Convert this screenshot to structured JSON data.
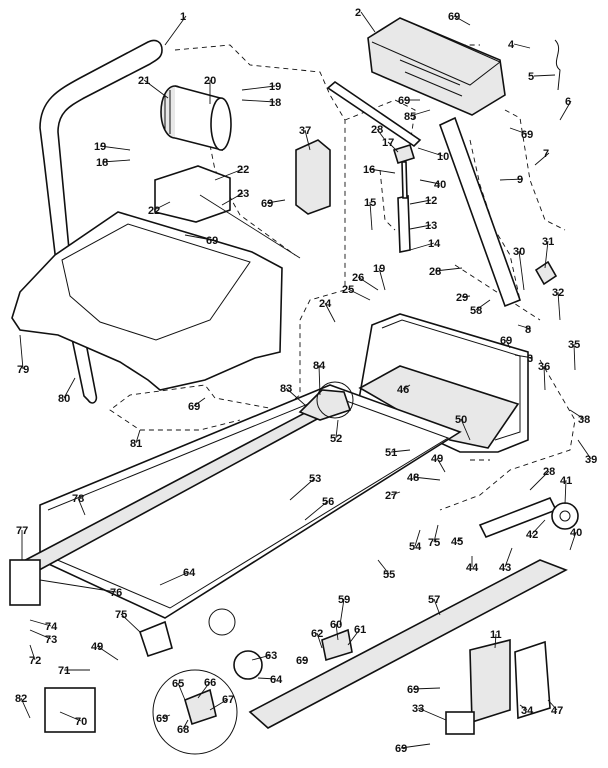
{
  "callouts": [
    {
      "id": "c1",
      "text": "1"
    },
    {
      "id": "c2",
      "text": "2"
    },
    {
      "id": "c3",
      "text": "3"
    },
    {
      "id": "c4",
      "text": "4"
    },
    {
      "id": "c5",
      "text": "5"
    },
    {
      "id": "c6",
      "text": "6"
    },
    {
      "id": "c7",
      "text": "7"
    },
    {
      "id": "c8",
      "text": "8"
    },
    {
      "id": "c9",
      "text": "9"
    },
    {
      "id": "c10",
      "text": "10"
    },
    {
      "id": "c11",
      "text": "11"
    },
    {
      "id": "c12",
      "text": "12"
    },
    {
      "id": "c13",
      "text": "13"
    },
    {
      "id": "c14",
      "text": "14"
    },
    {
      "id": "c15",
      "text": "15"
    },
    {
      "id": "c16",
      "text": "16"
    },
    {
      "id": "c17",
      "text": "17"
    },
    {
      "id": "c18a",
      "text": "18"
    },
    {
      "id": "c18b",
      "text": "18"
    },
    {
      "id": "c19a",
      "text": "19"
    },
    {
      "id": "c19b",
      "text": "19"
    },
    {
      "id": "c19c",
      "text": "19"
    },
    {
      "id": "c20",
      "text": "20"
    },
    {
      "id": "c21",
      "text": "21"
    },
    {
      "id": "c22a",
      "text": "22"
    },
    {
      "id": "c22b",
      "text": "22"
    },
    {
      "id": "c23",
      "text": "23"
    },
    {
      "id": "c24",
      "text": "24"
    },
    {
      "id": "c25",
      "text": "25"
    },
    {
      "id": "c26",
      "text": "26"
    },
    {
      "id": "c27",
      "text": "27"
    },
    {
      "id": "c28a",
      "text": "28"
    },
    {
      "id": "c28b",
      "text": "28"
    },
    {
      "id": "c28c",
      "text": "28"
    },
    {
      "id": "c29",
      "text": "29"
    },
    {
      "id": "c30",
      "text": "30"
    },
    {
      "id": "c31",
      "text": "31"
    },
    {
      "id": "c32",
      "text": "32"
    },
    {
      "id": "c33",
      "text": "33"
    },
    {
      "id": "c34",
      "text": "34"
    },
    {
      "id": "c35",
      "text": "35"
    },
    {
      "id": "c36",
      "text": "36"
    },
    {
      "id": "c37",
      "text": "37"
    },
    {
      "id": "c38",
      "text": "38"
    },
    {
      "id": "c39",
      "text": "39"
    },
    {
      "id": "c40a",
      "text": "40"
    },
    {
      "id": "c40b",
      "text": "40"
    },
    {
      "id": "c41",
      "text": "41"
    },
    {
      "id": "c42",
      "text": "42"
    },
    {
      "id": "c43",
      "text": "43"
    },
    {
      "id": "c44",
      "text": "44"
    },
    {
      "id": "c45",
      "text": "45"
    },
    {
      "id": "c46",
      "text": "46"
    },
    {
      "id": "c47",
      "text": "47"
    },
    {
      "id": "c48",
      "text": "48"
    },
    {
      "id": "c49a",
      "text": "49"
    },
    {
      "id": "c49b",
      "text": "49"
    },
    {
      "id": "c50",
      "text": "50"
    },
    {
      "id": "c51",
      "text": "51"
    },
    {
      "id": "c52",
      "text": "52"
    },
    {
      "id": "c53",
      "text": "53"
    },
    {
      "id": "c54",
      "text": "54"
    },
    {
      "id": "c55",
      "text": "55"
    },
    {
      "id": "c56",
      "text": "56"
    },
    {
      "id": "c57",
      "text": "57"
    },
    {
      "id": "c58",
      "text": "58"
    },
    {
      "id": "c59",
      "text": "59"
    },
    {
      "id": "c60",
      "text": "60"
    },
    {
      "id": "c61",
      "text": "61"
    },
    {
      "id": "c62",
      "text": "62"
    },
    {
      "id": "c63",
      "text": "63"
    },
    {
      "id": "c64a",
      "text": "64"
    },
    {
      "id": "c64b",
      "text": "64"
    },
    {
      "id": "c65",
      "text": "65"
    },
    {
      "id": "c66",
      "text": "66"
    },
    {
      "id": "c67",
      "text": "67"
    },
    {
      "id": "c68",
      "text": "68"
    },
    {
      "id": "c69a",
      "text": "69"
    },
    {
      "id": "c69b",
      "text": "69"
    },
    {
      "id": "c69c",
      "text": "69"
    },
    {
      "id": "c69d",
      "text": "69"
    },
    {
      "id": "c69e",
      "text": "69"
    },
    {
      "id": "c69f",
      "text": "69"
    },
    {
      "id": "c69g",
      "text": "69"
    },
    {
      "id": "c69h",
      "text": "69"
    },
    {
      "id": "c69i",
      "text": "69"
    },
    {
      "id": "c69j",
      "text": "69"
    },
    {
      "id": "c69k",
      "text": "69"
    },
    {
      "id": "c70",
      "text": "70"
    },
    {
      "id": "c71",
      "text": "71"
    },
    {
      "id": "c72",
      "text": "72"
    },
    {
      "id": "c73",
      "text": "73"
    },
    {
      "id": "c74",
      "text": "74"
    },
    {
      "id": "c75a",
      "text": "75"
    },
    {
      "id": "c75b",
      "text": "75"
    },
    {
      "id": "c76",
      "text": "76"
    },
    {
      "id": "c77",
      "text": "77"
    },
    {
      "id": "c78",
      "text": "78"
    },
    {
      "id": "c79",
      "text": "79"
    },
    {
      "id": "c80",
      "text": "80"
    },
    {
      "id": "c81",
      "text": "81"
    },
    {
      "id": "c82",
      "text": "82"
    },
    {
      "id": "c83",
      "text": "83"
    },
    {
      "id": "c84",
      "text": "84"
    },
    {
      "id": "c85",
      "text": "85"
    }
  ]
}
